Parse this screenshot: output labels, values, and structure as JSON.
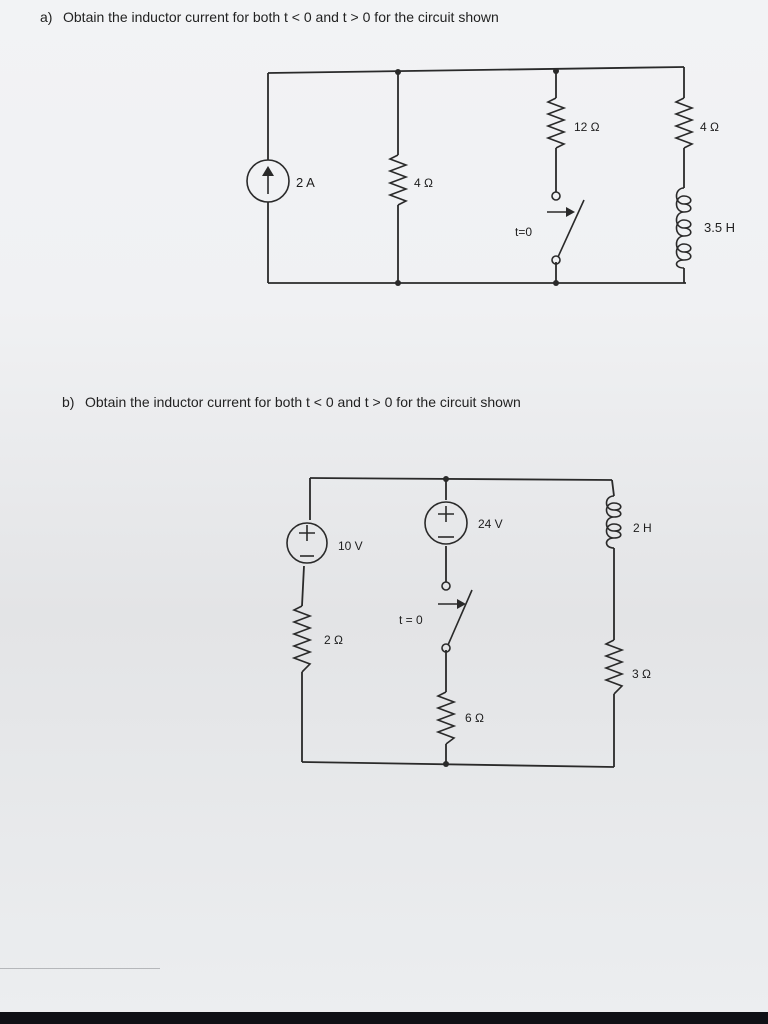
{
  "problem_a": {
    "label": "a)",
    "text": "Obtain the inductor current for both t < 0 and t > 0 for the circuit shown",
    "current_source": "2 A",
    "resistor_shunt": "4 Ω",
    "resistor_top": "12 Ω",
    "resistor_right": "4 Ω",
    "inductor": "3.5 H",
    "switch": "t=0"
  },
  "problem_b": {
    "label": "b)",
    "text": "Obtain the inductor current for both t < 0 and t > 0 for the circuit shown",
    "source_left": "10 V",
    "source_middle": "24 V",
    "inductor": "2 H",
    "switch": "t = 0",
    "resistor_left": "2 Ω",
    "resistor_middle": "6 Ω",
    "resistor_right": "3 Ω"
  }
}
